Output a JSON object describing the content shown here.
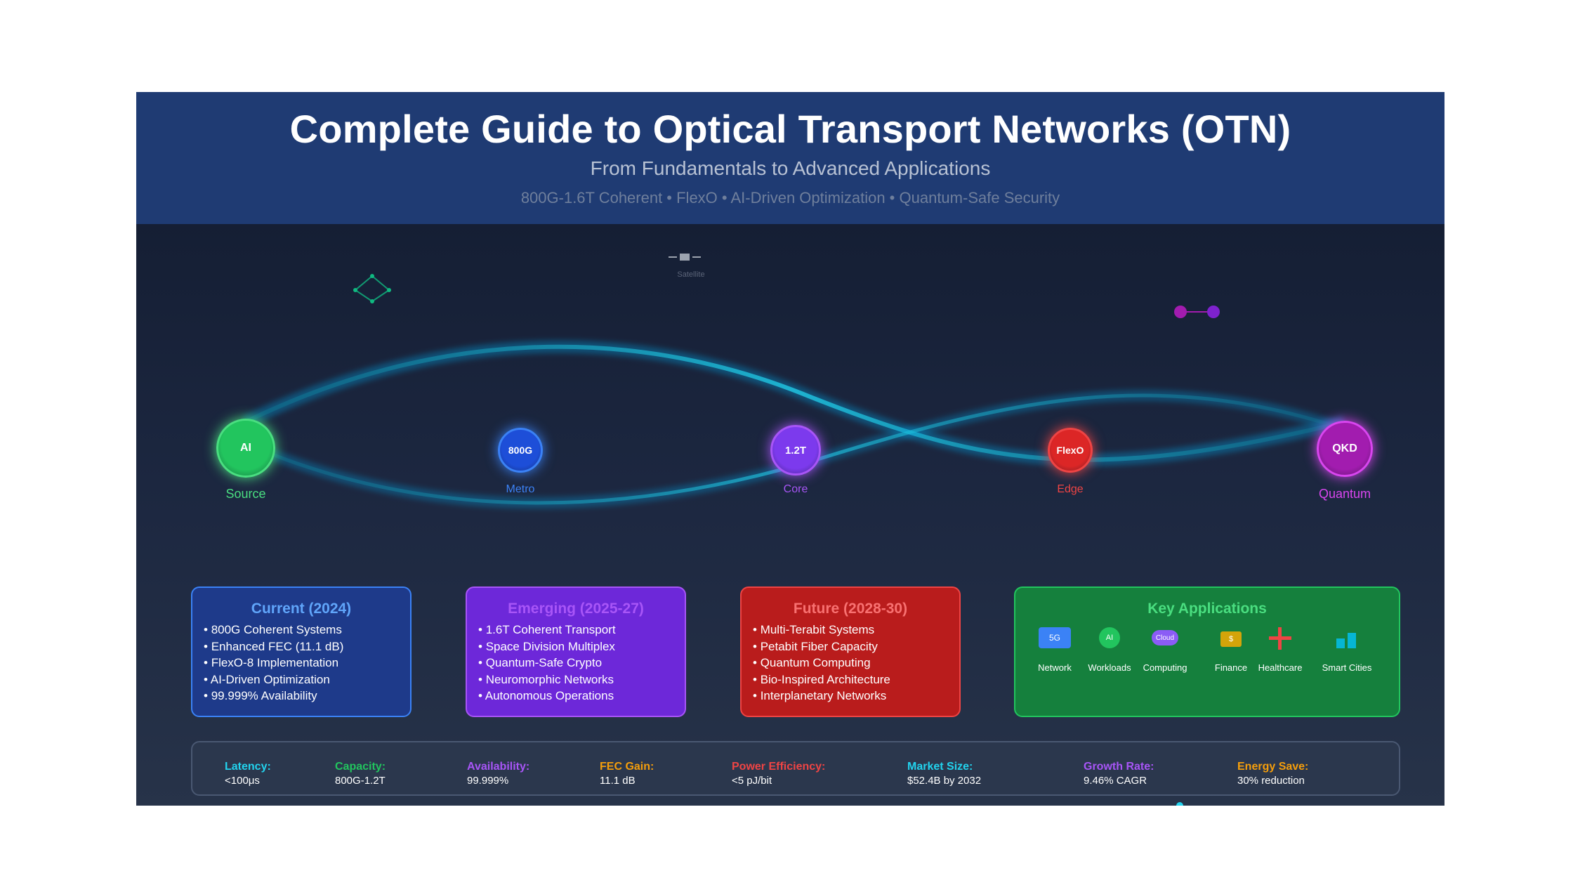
{
  "header": {
    "title": "Complete Guide to Optical Transport Networks (OTN)",
    "subtitle": "From Fundamentals to Advanced Applications",
    "tagline": "800G-1.6T Coherent • FlexO • AI-Driven Optimization • Quantum-Safe Security"
  },
  "decor": {
    "satellite_label": "Satellite"
  },
  "nodes": [
    {
      "text": "AI",
      "label": "Source",
      "color": "#22c55e",
      "ring": "#4ade80",
      "label_color": "#4ade80"
    },
    {
      "text": "800G",
      "label": "Metro",
      "color": "#1d4ed8",
      "ring": "#3b82f6",
      "label_color": "#3b82f6"
    },
    {
      "text": "1.2T",
      "label": "Core",
      "color": "#7c3aed",
      "ring": "#a855f7",
      "label_color": "#a855f7"
    },
    {
      "text": "FlexO",
      "label": "Edge",
      "color": "#dc2626",
      "ring": "#ef4444",
      "label_color": "#ef4444"
    },
    {
      "text": "QKD",
      "label": "Quantum",
      "color": "#a21caf",
      "ring": "#d946ef",
      "label_color": "#d946ef"
    }
  ],
  "panels": {
    "current": {
      "title": "Current (2024)",
      "items": [
        "800G Coherent Systems",
        "Enhanced FEC (11.1 dB)",
        "FlexO-8 Implementation",
        "AI-Driven Optimization",
        "99.999% Availability"
      ]
    },
    "emerging": {
      "title": "Emerging (2025-27)",
      "items": [
        "1.6T Coherent Transport",
        "Space Division Multiplex",
        "Quantum-Safe Crypto",
        "Neuromorphic Networks",
        "Autonomous Operations"
      ]
    },
    "future": {
      "title": "Future (2028-30)",
      "items": [
        "Multi-Terabit Systems",
        "Petabit Fiber Capacity",
        "Quantum Computing",
        "Bio-Inspired Architecture",
        "Interplanetary Networks"
      ]
    },
    "applications": {
      "title": "Key Applications",
      "items": [
        {
          "icon": "5g-icon",
          "icon_text": "5G",
          "label": "Network"
        },
        {
          "icon": "ai-icon",
          "icon_text": "AI",
          "label": "Workloads"
        },
        {
          "icon": "cloud-icon",
          "icon_text": "Cloud",
          "label": "Computing"
        },
        {
          "icon": "dollar-icon",
          "icon_text": "$",
          "label": "Finance"
        },
        {
          "icon": "cross-icon",
          "icon_text": "",
          "label": "Healthcare"
        },
        {
          "icon": "city-icon",
          "icon_text": "",
          "label": "Smart Cities"
        }
      ]
    }
  },
  "metrics": [
    {
      "label": "Latency:",
      "value": "<100μs",
      "color": "#22d3ee"
    },
    {
      "label": "Capacity:",
      "value": "800G-1.2T",
      "color": "#22c55e"
    },
    {
      "label": "Availability:",
      "value": "99.999%",
      "color": "#a855f7"
    },
    {
      "label": "FEC Gain:",
      "value": "11.1 dB",
      "color": "#f59e0b"
    },
    {
      "label": "Power Efficiency:",
      "value": "<5 pJ/bit",
      "color": "#ef4444"
    },
    {
      "label": "Market Size:",
      "value": "$52.4B by 2032",
      "color": "#22d3ee"
    },
    {
      "label": "Growth Rate:",
      "value": "9.46% CAGR",
      "color": "#a855f7"
    },
    {
      "label": "Energy Save:",
      "value": "30% reduction",
      "color": "#f59e0b"
    }
  ],
  "colors": {
    "header_bg": "#1f3b73",
    "current_bg": "#1e3a8a",
    "emerging_bg": "#6d28d9",
    "future_bg": "#b91c1c",
    "applications_bg": "#15803d",
    "fiber": "#0ea5e9"
  }
}
